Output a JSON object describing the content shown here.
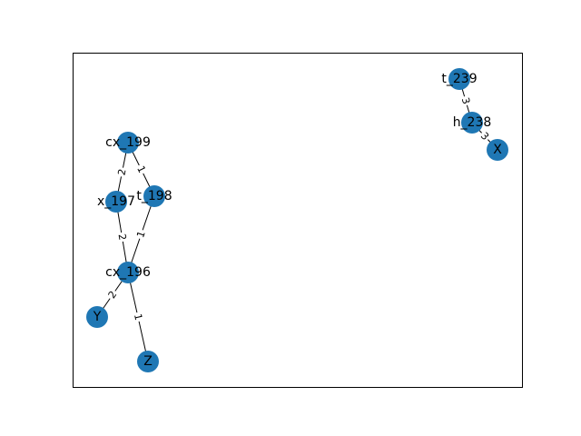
{
  "graph": {
    "node_color": "#1f77b4",
    "edge_color": "#000000",
    "nodes": [
      {
        "id": "cx_199",
        "label": "cx_199"
      },
      {
        "id": "x_197",
        "label": "x_197"
      },
      {
        "id": "t_198",
        "label": "t_198"
      },
      {
        "id": "cx_196",
        "label": "cx_196"
      },
      {
        "id": "Y",
        "label": "Y"
      },
      {
        "id": "Z",
        "label": "Z"
      },
      {
        "id": "t_239",
        "label": "t_239"
      },
      {
        "id": "h_238",
        "label": "h_238"
      },
      {
        "id": "X",
        "label": "X"
      }
    ],
    "edges": [
      {
        "source": "cx_199",
        "target": "x_197",
        "label": "2"
      },
      {
        "source": "cx_199",
        "target": "t_198",
        "label": "1"
      },
      {
        "source": "x_197",
        "target": "cx_196",
        "label": "2"
      },
      {
        "source": "t_198",
        "target": "cx_196",
        "label": "1"
      },
      {
        "source": "cx_196",
        "target": "Y",
        "label": "2"
      },
      {
        "source": "cx_196",
        "target": "Z",
        "label": "1"
      },
      {
        "source": "t_239",
        "target": "h_238",
        "label": "3"
      },
      {
        "source": "h_238",
        "target": "X",
        "label": "3"
      }
    ]
  }
}
